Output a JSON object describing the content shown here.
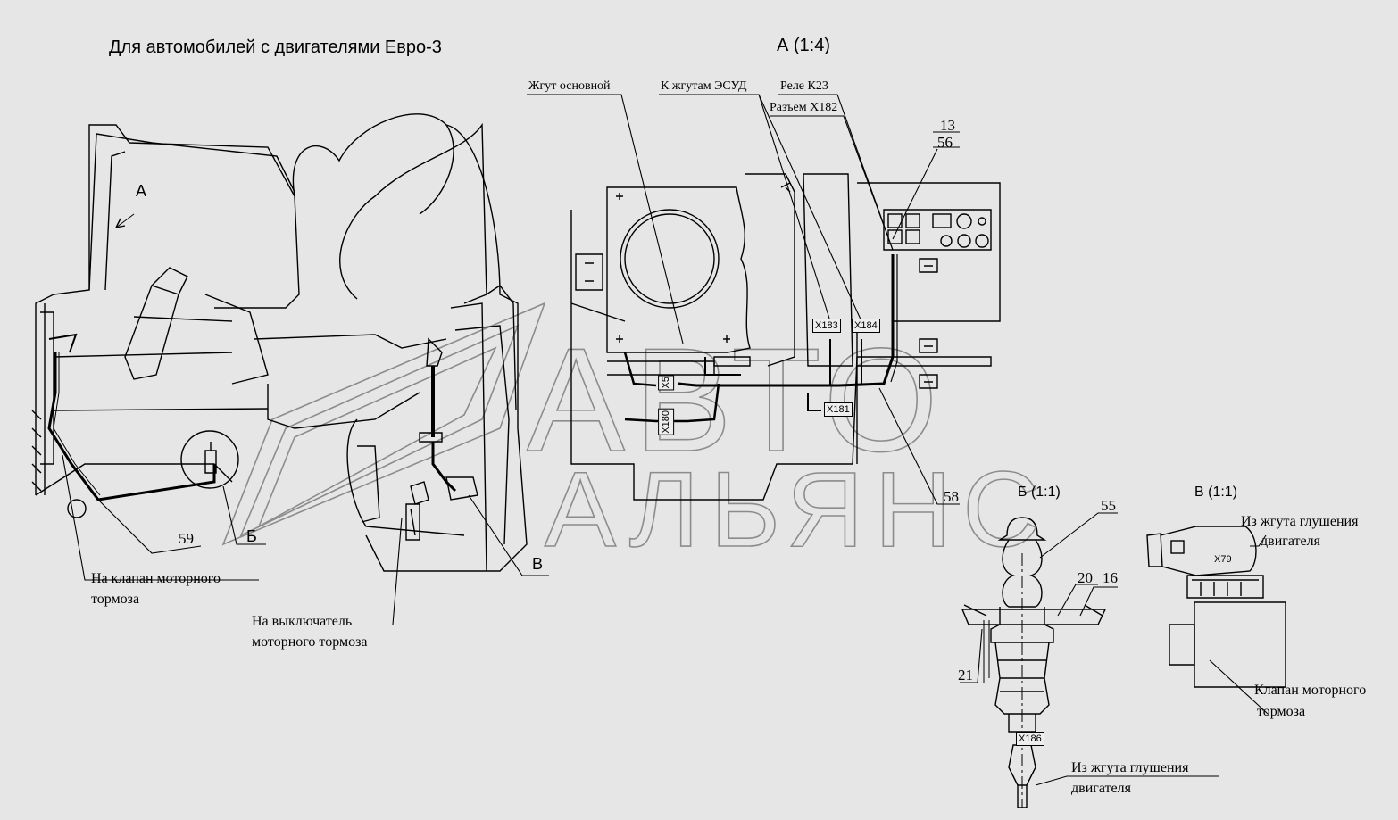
{
  "title": "Для автомобилей с двигателями Евро-3",
  "views": {
    "view_a": "А  (1:4)",
    "view_b": "Б  (1:1)",
    "view_v": "В  (1:1)"
  },
  "callouts": {
    "main_harness": "Жгут основной",
    "to_esud": "К жгутам ЭСУД",
    "relay_k23": "Реле К23",
    "connector_x182": "Разъем Х182",
    "valve_line1": "На клапан моторного",
    "valve_line2": "тормоза",
    "switch_line1": "На выключатель",
    "switch_line2": "моторного тормоза",
    "from_harness_v_line1": "Из жгута глушения",
    "from_harness_v_line2": "двигателя",
    "valve_v_line1": "Клапан моторного",
    "valve_v_line2": "тормоза",
    "from_harness_b_line1": "Из жгута глушения",
    "from_harness_b_line2": "двигателя"
  },
  "view_markers": {
    "a": "А",
    "b": "Б",
    "v": "В"
  },
  "position_numbers": {
    "p13": "13",
    "p56": "56",
    "p58": "58",
    "p59": "59",
    "p55": "55",
    "p20": "20",
    "p16": "16",
    "p21": "21"
  },
  "connector_tags": {
    "x183": "X183",
    "x184": "X184",
    "x5": "X5",
    "x180": "X180",
    "x181": "X181",
    "x79": "X79",
    "x186": "X186"
  },
  "watermark": {
    "line1": "АВТО",
    "line2": "АЛЬЯНС"
  },
  "colors": {
    "background": "#e6e6e6",
    "line": "#000000",
    "watermark_stroke": "#9a9a9a"
  }
}
